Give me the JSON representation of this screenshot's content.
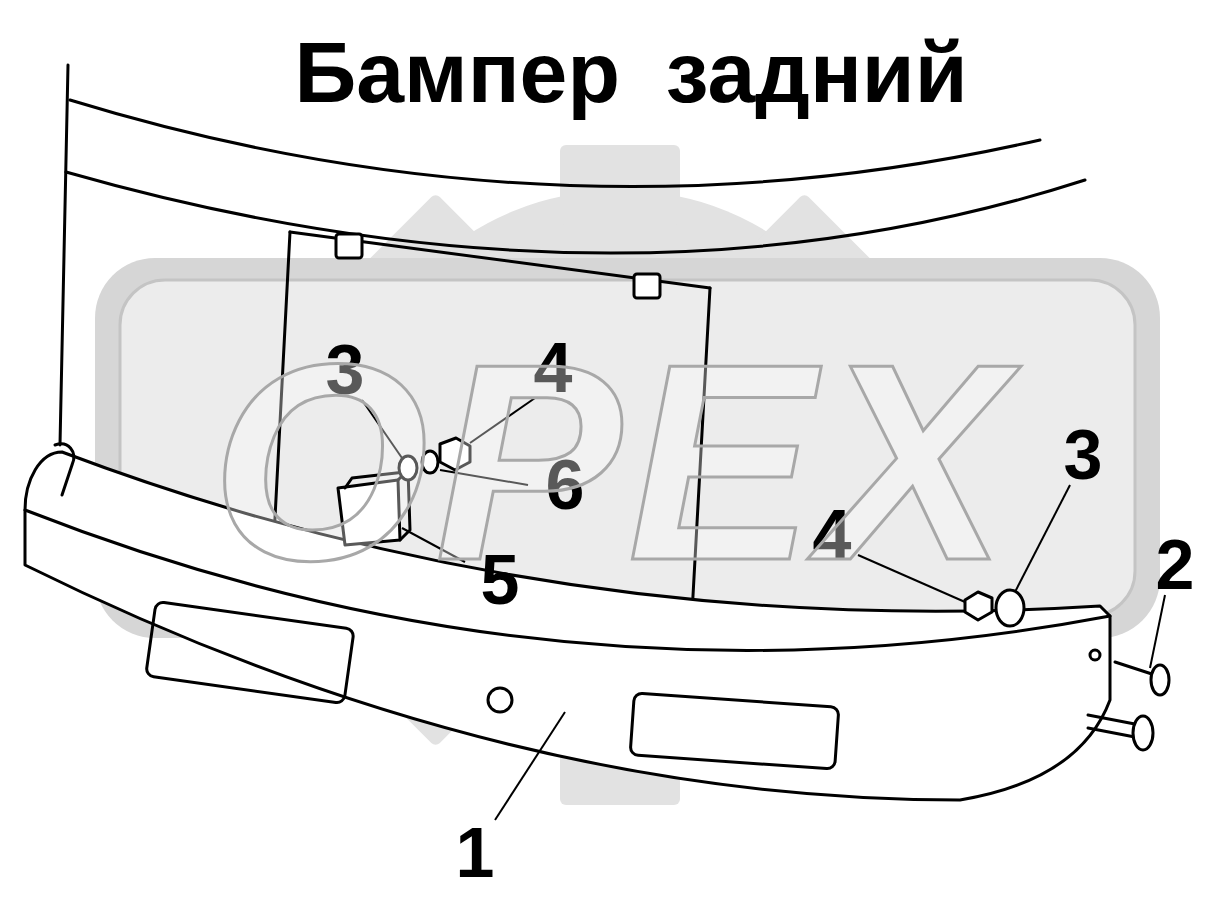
{
  "diagram": {
    "title": "Бампер задний",
    "labels": [
      "3",
      "4",
      "6",
      "5",
      "4",
      "3",
      "2",
      "1",
      "OPEX"
    ]
  }
}
